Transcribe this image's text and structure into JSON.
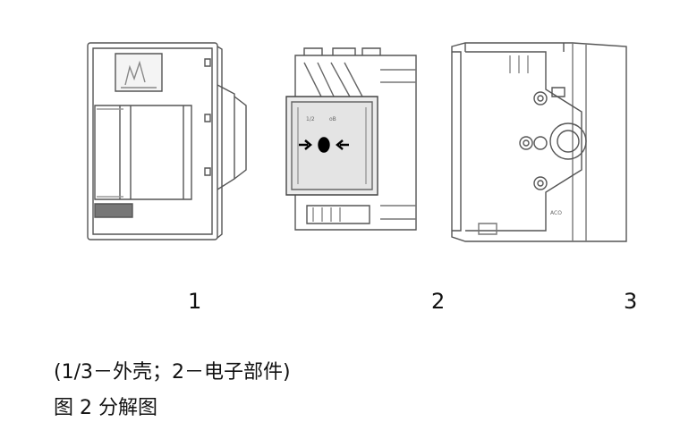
{
  "figure": {
    "part_labels": [
      "1",
      "2",
      "3"
    ],
    "button_arrows": "→ ● ←"
  },
  "caption": {
    "legend": "(1/3－外壳；2－电子部件)",
    "title": "图 2  分解图"
  }
}
